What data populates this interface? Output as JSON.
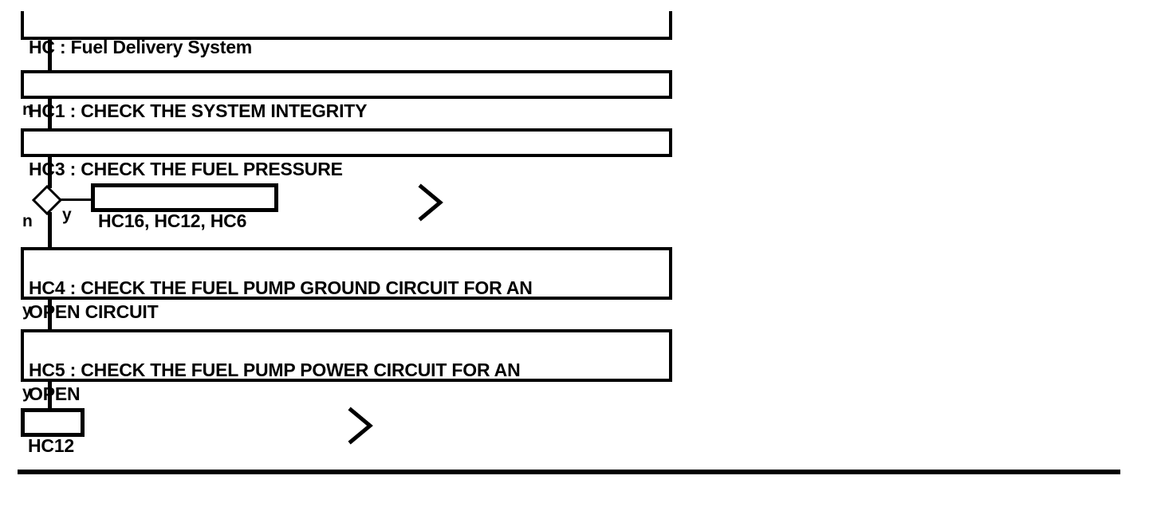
{
  "diagram": {
    "title": "HC : Fuel Delivery System",
    "type": "flowchart",
    "nodes": [
      {
        "id": "HC",
        "label": "HC : Fuel Delivery System"
      },
      {
        "id": "HC1",
        "label": "HC1 : CHECK THE SYSTEM INTEGRITY"
      },
      {
        "id": "HC3",
        "label": "HC3 : CHECK THE FUEL PRESSURE"
      },
      {
        "id": "REF1",
        "label": "HC16, HC12, HC6"
      },
      {
        "id": "HC4",
        "label": "HC4 : CHECK THE FUEL PUMP GROUND CIRCUIT FOR AN\nOPEN CIRCUIT"
      },
      {
        "id": "HC5",
        "label": "HC5 : CHECK THE FUEL PUMP POWER CIRCUIT FOR AN\nOPEN"
      },
      {
        "id": "REF2",
        "label": "HC12"
      }
    ],
    "branch_labels": {
      "hc1_to_hc3": "n",
      "decision_no": "n",
      "decision_yes": "y",
      "hc4_to_hc5": "y",
      "hc5_to_hc12": "y"
    },
    "icons": {
      "decision": "diamond-icon",
      "goto_marker": "chevron-right-icon"
    },
    "colors": {
      "stroke": "#000000",
      "background": "#ffffff"
    }
  }
}
